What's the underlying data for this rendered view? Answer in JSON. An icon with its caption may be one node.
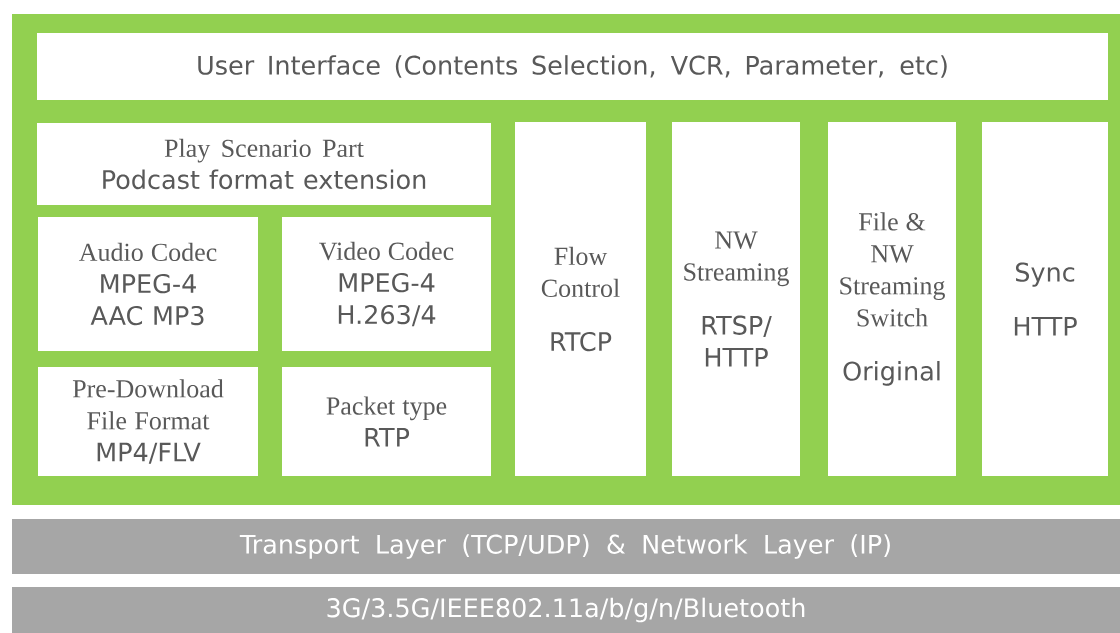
{
  "diagram": {
    "nodes": [
      {
        "text": [],
        "shape": "box"
      },
      {
        "text": [
          "User Interface (Contents Selection, VCR, Parameter, etc)"
        ],
        "in": 0
      },
      {
        "text": [
          "Play Scenario Part",
          "Podcast format extension"
        ],
        "in": 0
      },
      {
        "text": [
          "Audio Codec",
          "MPEG-4 AAC MP3"
        ],
        "in": 0
      },
      {
        "text": [
          "Video Codec",
          "MPEG-4 H.263/4"
        ],
        "in": 0
      },
      {
        "text": [
          "Pre-Download File Format",
          "MP4/FLV"
        ],
        "in": 0
      },
      {
        "text": [
          "Packet type",
          "RTP"
        ],
        "in": 0
      },
      {
        "text": [
          "Flow Control",
          "RTCP"
        ],
        "in": 0
      },
      {
        "text": [
          "NW Streaming",
          "RTSP/ HTTP"
        ],
        "in": 0
      },
      {
        "text": [
          "File & NW Streaming Switch",
          "Original"
        ],
        "in": 0
      },
      {
        "text": [
          "Sync",
          "HTTP"
        ],
        "in": 0
      },
      {
        "text": [
          "Transport Layer (TCP/UDP) & Network Layer (IP)"
        ]
      },
      {
        "text": [
          "3G/3.5G/IEEE802.11a/b/g/n/Bluetooth"
        ]
      }
    ],
    "edges": []
  }
}
